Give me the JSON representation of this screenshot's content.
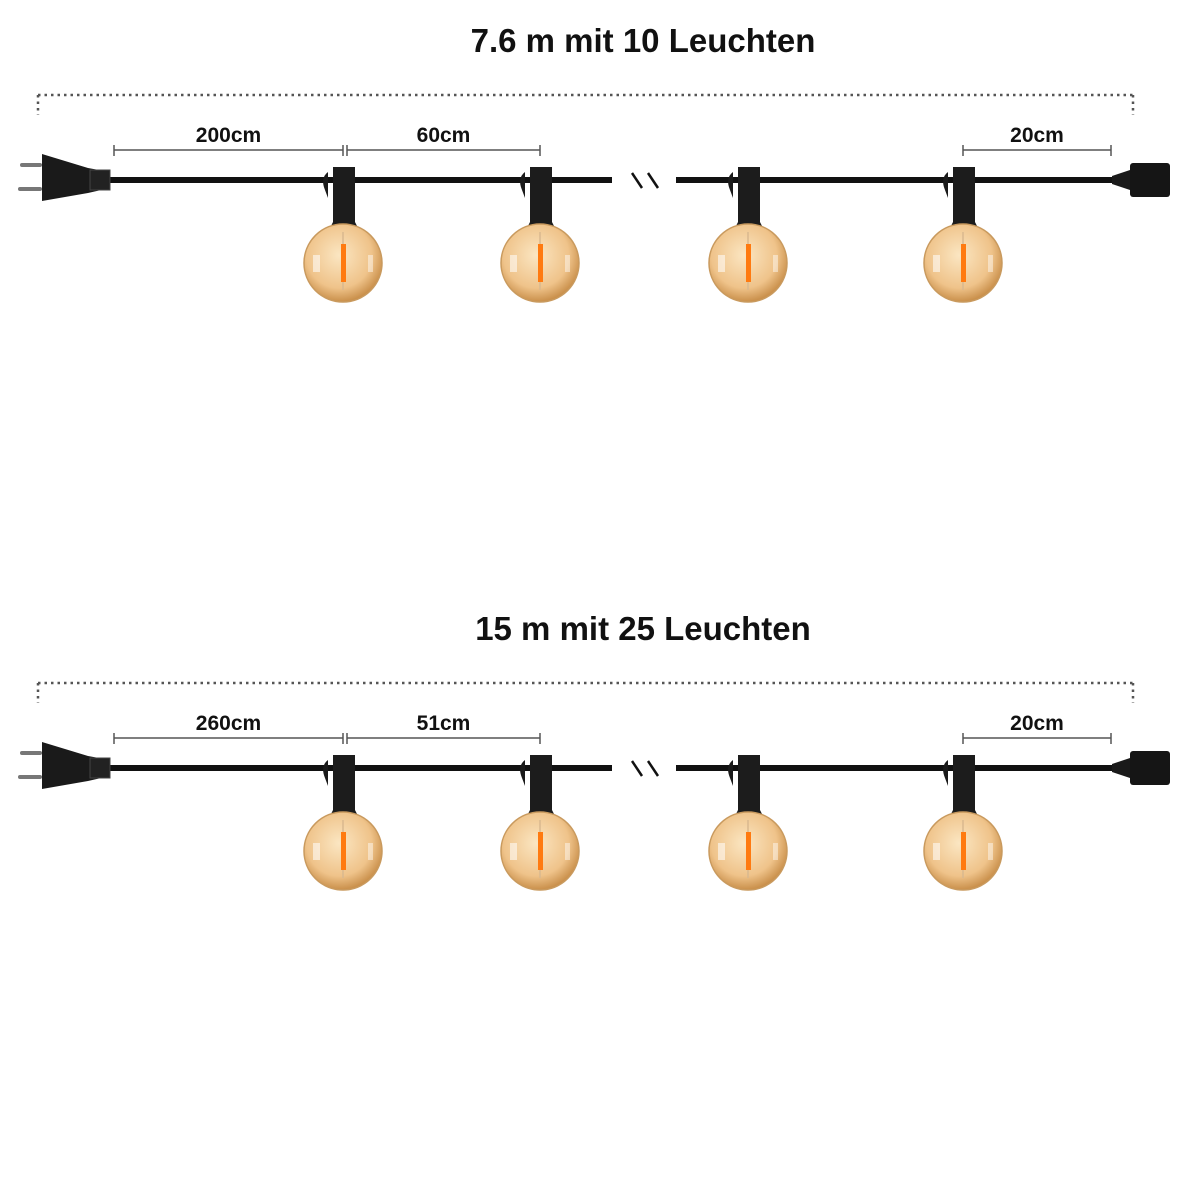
{
  "sections": [
    {
      "title": "7.6 m mit 10 Leuchten",
      "dims": [
        "200cm",
        "60cm",
        "20cm"
      ]
    },
    {
      "title": "15 m mit 25 Leuchten",
      "dims": [
        "260cm",
        "51cm",
        "20cm"
      ]
    }
  ],
  "colors": {
    "cable": "#111111",
    "bulb_glass": "#e8b878",
    "filament": "#ff7a10",
    "dimension_line": "#555555"
  }
}
